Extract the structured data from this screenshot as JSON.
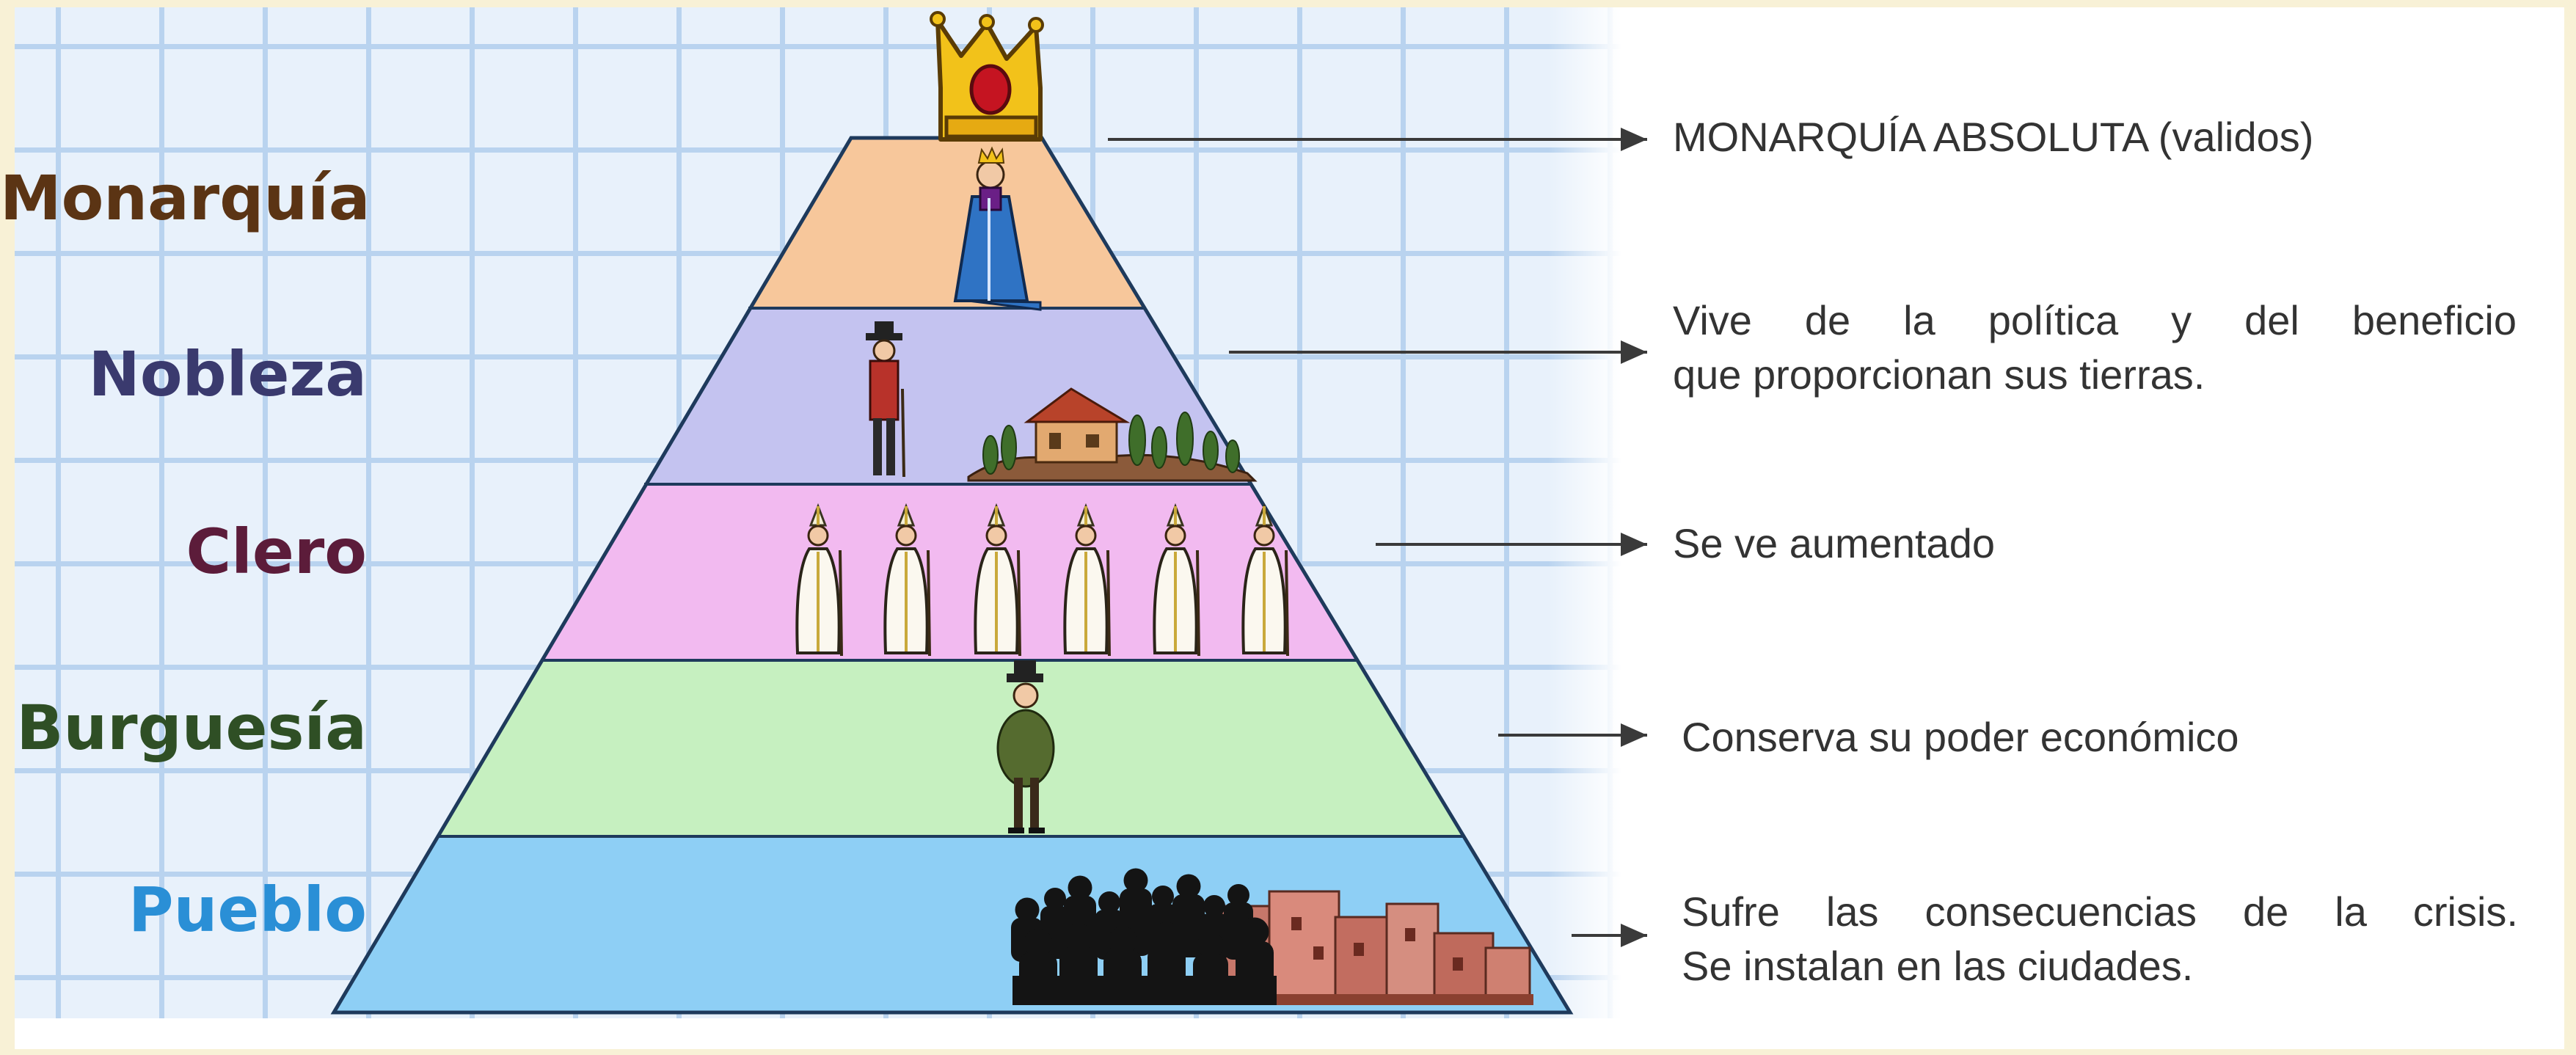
{
  "tiers": [
    {
      "label": "Monarquía",
      "label_color": "#5b3414",
      "fill": "#f7c79b",
      "description": [
        "MONARQUÍA ABSOLUTA (validos)"
      ]
    },
    {
      "label": "Nobleza",
      "label_color": "#3a3a6e",
      "fill": "#c4c3f0",
      "description": [
        "Vive de la política y del beneficio",
        "que proporcionan sus tierras."
      ]
    },
    {
      "label": "Clero",
      "label_color": "#5c1c3a",
      "fill": "#f2baf0",
      "description": [
        "Se ve aumentado"
      ]
    },
    {
      "label": "Burguesía",
      "label_color": "#2f4f25",
      "fill": "#c6f0c0",
      "description": [
        "Conserva su poder económico"
      ]
    },
    {
      "label": "Pueblo",
      "label_color": "#2a8fd6",
      "fill": "#8ecff5",
      "description": [
        "Sufre las consecuencias de la crisis.",
        "Se instalan en las ciudades."
      ]
    }
  ],
  "icons": {
    "top": "crown-icon",
    "monarquia": "queen-figure-icon",
    "nobleza": [
      "nobleman-figure-icon",
      "estate-house-icon"
    ],
    "clero": "bishop-figure-icon",
    "burguesia": "bourgeois-figure-icon",
    "pueblo": [
      "crowd-silhouette-icon",
      "city-buildings-icon"
    ]
  }
}
